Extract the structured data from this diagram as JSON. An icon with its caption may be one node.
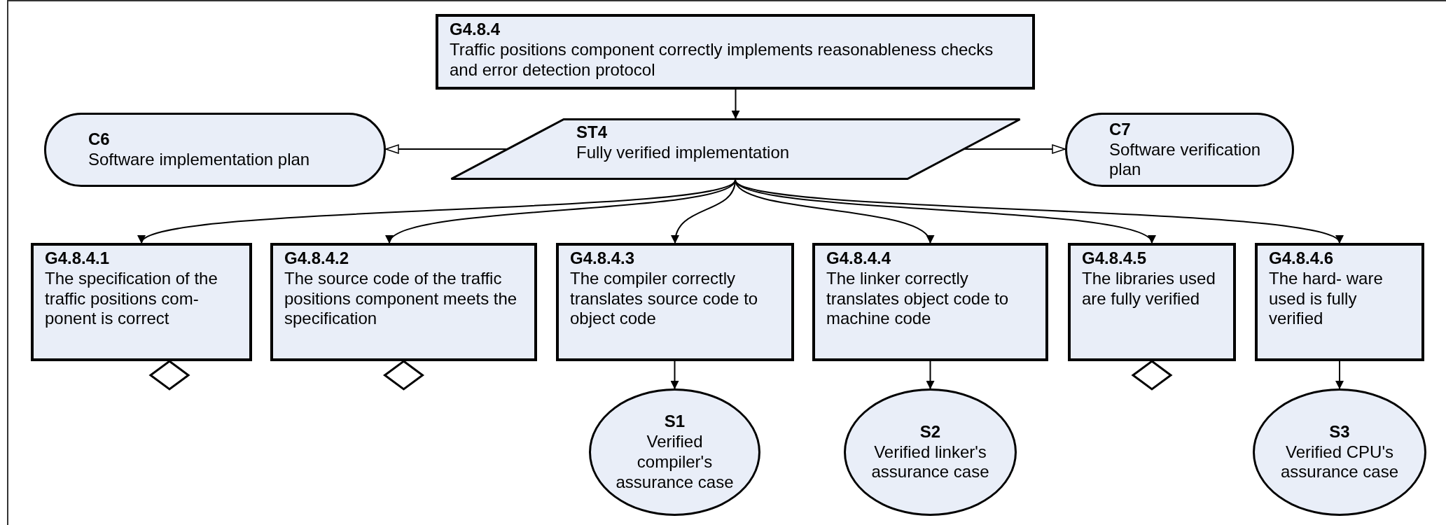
{
  "diagram": {
    "nodes": [
      {
        "text": [
          "G4.8.4",
          "Traffic positions component correctly implements reasonableness checks and error detection protocol"
        ]
      },
      {
        "text": [
          "ST4",
          "Fully verified implementation"
        ]
      },
      {
        "text": [
          "C6",
          "Software implementation plan"
        ]
      },
      {
        "text": [
          "C7",
          "Software verification plan"
        ]
      },
      {
        "text": [
          "G4.8.4.1",
          "The specification of the traffic positions com- ponent is correct"
        ]
      },
      {
        "text": [
          "G4.8.4.2",
          "The source code of the traffic positions component meets the specification"
        ]
      },
      {
        "text": [
          "G4.8.4.3",
          "The compiler correctly translates source code to object code"
        ]
      },
      {
        "text": [
          "G4.8.4.4",
          "The linker correctly translates object code to machine code"
        ]
      },
      {
        "text": [
          "G4.8.4.5",
          "The libraries used are fully verified"
        ]
      },
      {
        "text": [
          "G4.8.4.6",
          "The hard- ware used is fully verified"
        ]
      },
      {
        "text": [
          "S1",
          "Verified compiler's assurance case"
        ]
      },
      {
        "text": [
          "S2",
          "Verified linker's assurance case"
        ]
      },
      {
        "text": [
          "S3",
          "Verified CPU's assurance case"
        ]
      }
    ],
    "edges": [
      {
        "from": 0,
        "to": 1,
        "arrow": "to"
      },
      {
        "from": 1,
        "to": 2,
        "arrow": "to"
      },
      {
        "from": 1,
        "to": 3,
        "arrow": "to"
      },
      {
        "from": 1,
        "to": 4,
        "arrow": "to"
      },
      {
        "from": 1,
        "to": 5,
        "arrow": "to"
      },
      {
        "from": 1,
        "to": 6,
        "arrow": "to"
      },
      {
        "from": 1,
        "to": 7,
        "arrow": "to"
      },
      {
        "from": 1,
        "to": 8,
        "arrow": "to"
      },
      {
        "from": 1,
        "to": 9,
        "arrow": "to"
      },
      {
        "from": 6,
        "to": 10,
        "arrow": "to"
      },
      {
        "from": 7,
        "to": 11,
        "arrow": "to"
      },
      {
        "from": 9,
        "to": 12,
        "arrow": "to"
      }
    ]
  }
}
